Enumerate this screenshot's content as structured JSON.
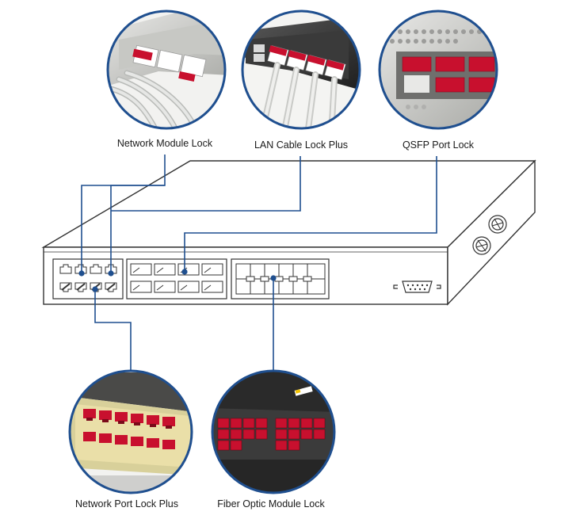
{
  "diagram": {
    "callouts": [
      {
        "id": "network-module-lock",
        "label": "Network Module Lock"
      },
      {
        "id": "lan-cable-lock-plus",
        "label": "LAN Cable Lock Plus"
      },
      {
        "id": "qsfp-port-lock",
        "label": "QSFP Port Lock"
      },
      {
        "id": "network-port-lock-plus",
        "label": "Network Port Lock Plus"
      },
      {
        "id": "fiber-optic-module-lock",
        "label": "Fiber Optic Module Lock"
      }
    ],
    "colors": {
      "callout_ring": "#1f4f8f",
      "leader_line": "#1f4f8f",
      "lock_red": "#c8102e",
      "device_outline": "#333333"
    }
  }
}
